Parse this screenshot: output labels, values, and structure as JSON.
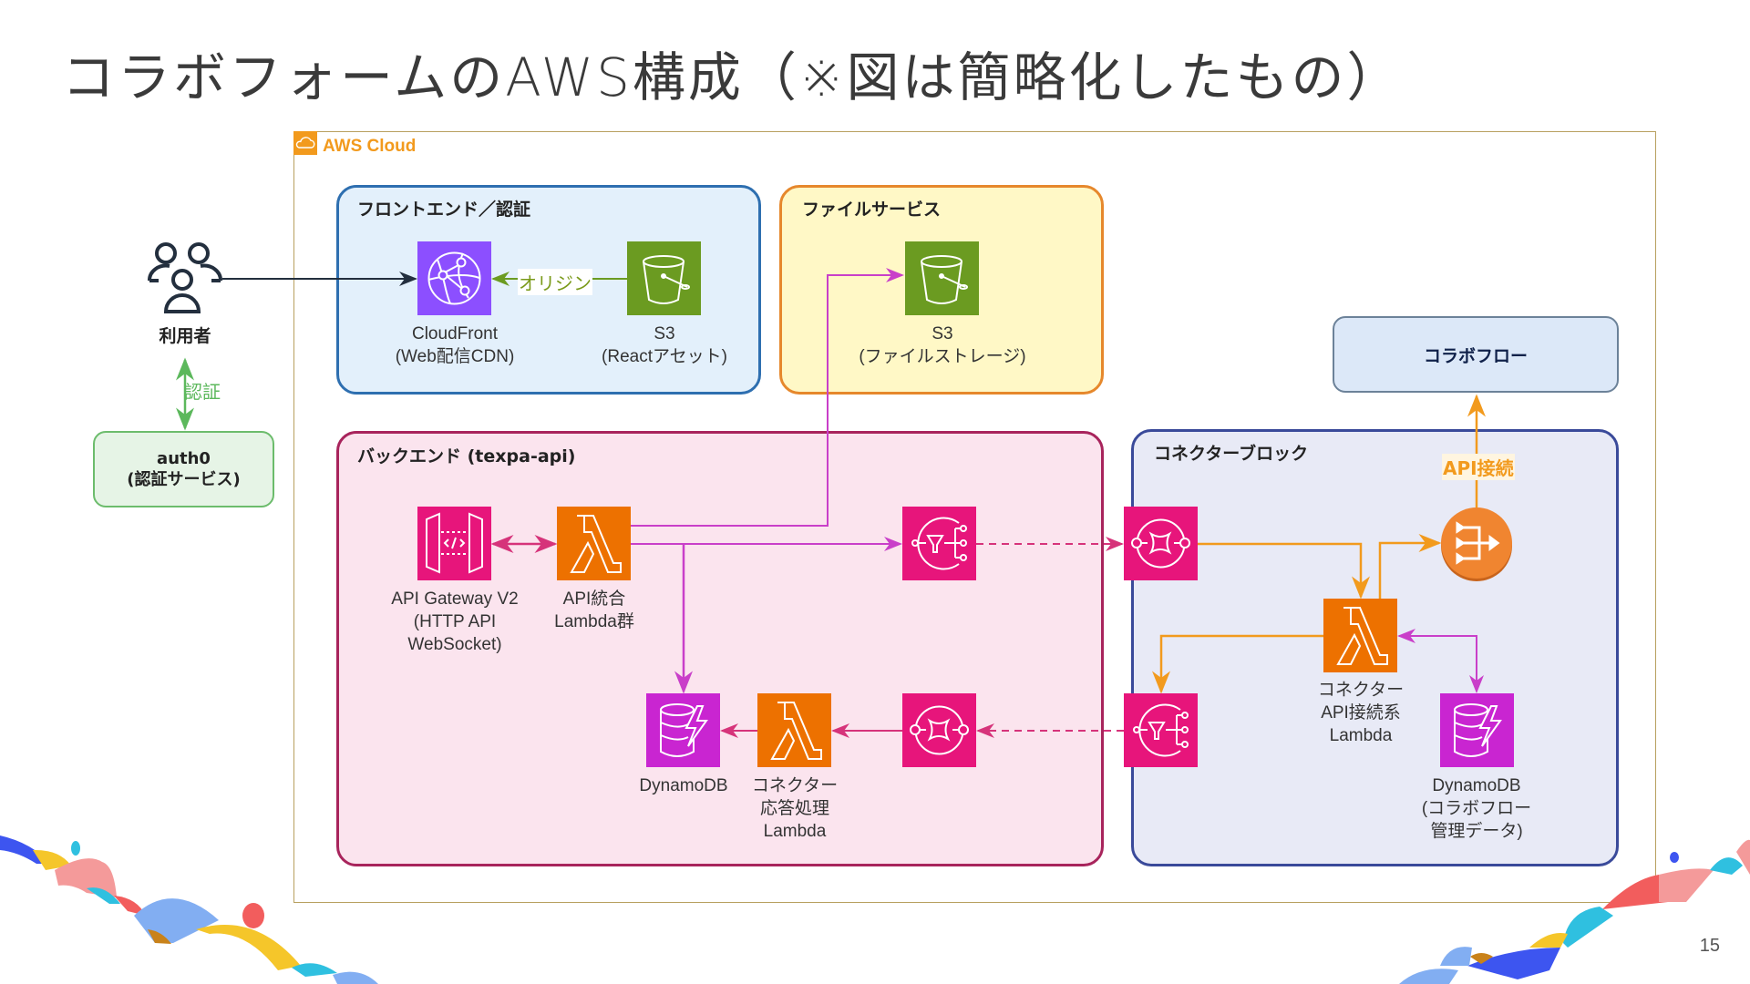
{
  "slide": {
    "title": "コラボフォームのAWS構成（※図は簡略化したもの）",
    "page_number": "15"
  },
  "aws_cloud": {
    "label": "AWS Cloud",
    "icon": "cloud-icon"
  },
  "external": {
    "users": {
      "label": "利用者",
      "icon": "users-icon"
    },
    "auth0": {
      "line1": "auth0",
      "line2": "(認証サービス)"
    },
    "auth_edge_label": "認証"
  },
  "groups": {
    "frontend": {
      "title": "フロントエンド／認証",
      "cloudfront": {
        "icon": "cloudfront-icon",
        "lines": [
          "CloudFront",
          "(Web配信CDN)"
        ]
      },
      "s3_react": {
        "icon": "s3-bucket-icon",
        "lines": [
          "S3",
          "(Reactアセット)"
        ]
      },
      "origin_edge_label": "オリジン"
    },
    "file_service": {
      "title": "ファイルサービス",
      "s3_storage": {
        "icon": "s3-bucket-icon",
        "lines": [
          "S3",
          "(ファイルストレージ)"
        ]
      }
    },
    "backend": {
      "title": "バックエンド (texpa-api)",
      "api_gateway": {
        "icon": "api-gateway-icon",
        "lines": [
          "API Gateway V2",
          "(HTTP API",
          "WebSocket)"
        ]
      },
      "api_lambda": {
        "icon": "lambda-icon",
        "lines": [
          "API統合",
          "Lambda群"
        ]
      },
      "sns": {
        "icon": "sns-icon"
      },
      "sqs": {
        "icon": "sqs-icon"
      },
      "response_lambda": {
        "icon": "lambda-icon",
        "lines": [
          "コネクター",
          "応答処理",
          "Lambda"
        ]
      },
      "dynamodb": {
        "icon": "dynamodb-icon",
        "lines": [
          "DynamoDB"
        ]
      }
    },
    "connector": {
      "title": "コネクターブロック",
      "sqs": {
        "icon": "sqs-icon"
      },
      "sns": {
        "icon": "sns-icon"
      },
      "nat": {
        "icon": "nat-gateway-icon"
      },
      "connector_lambda": {
        "icon": "lambda-icon",
        "lines": [
          "コネクター",
          "API接続系",
          "Lambda"
        ]
      },
      "dynamodb": {
        "icon": "dynamodb-icon",
        "lines": [
          "DynamoDB",
          "(コラボフロー",
          "管理データ)"
        ]
      },
      "api_edge_label": "API接続"
    },
    "collabflow": {
      "label": "コラボフロー"
    }
  },
  "colors": {
    "aws_orange": "#f29a1d",
    "cloudfront_purple": "#8c4fff",
    "s3_green": "#6b9b21",
    "app_integration_pink": "#e7157b",
    "compute_orange": "#ed7100",
    "database_magenta": "#c925d1",
    "edge_magenta": "#c93fc9",
    "edge_orange": "#f29a1d",
    "edge_green": "#4caf50",
    "edge_dark": "#232f3e"
  }
}
